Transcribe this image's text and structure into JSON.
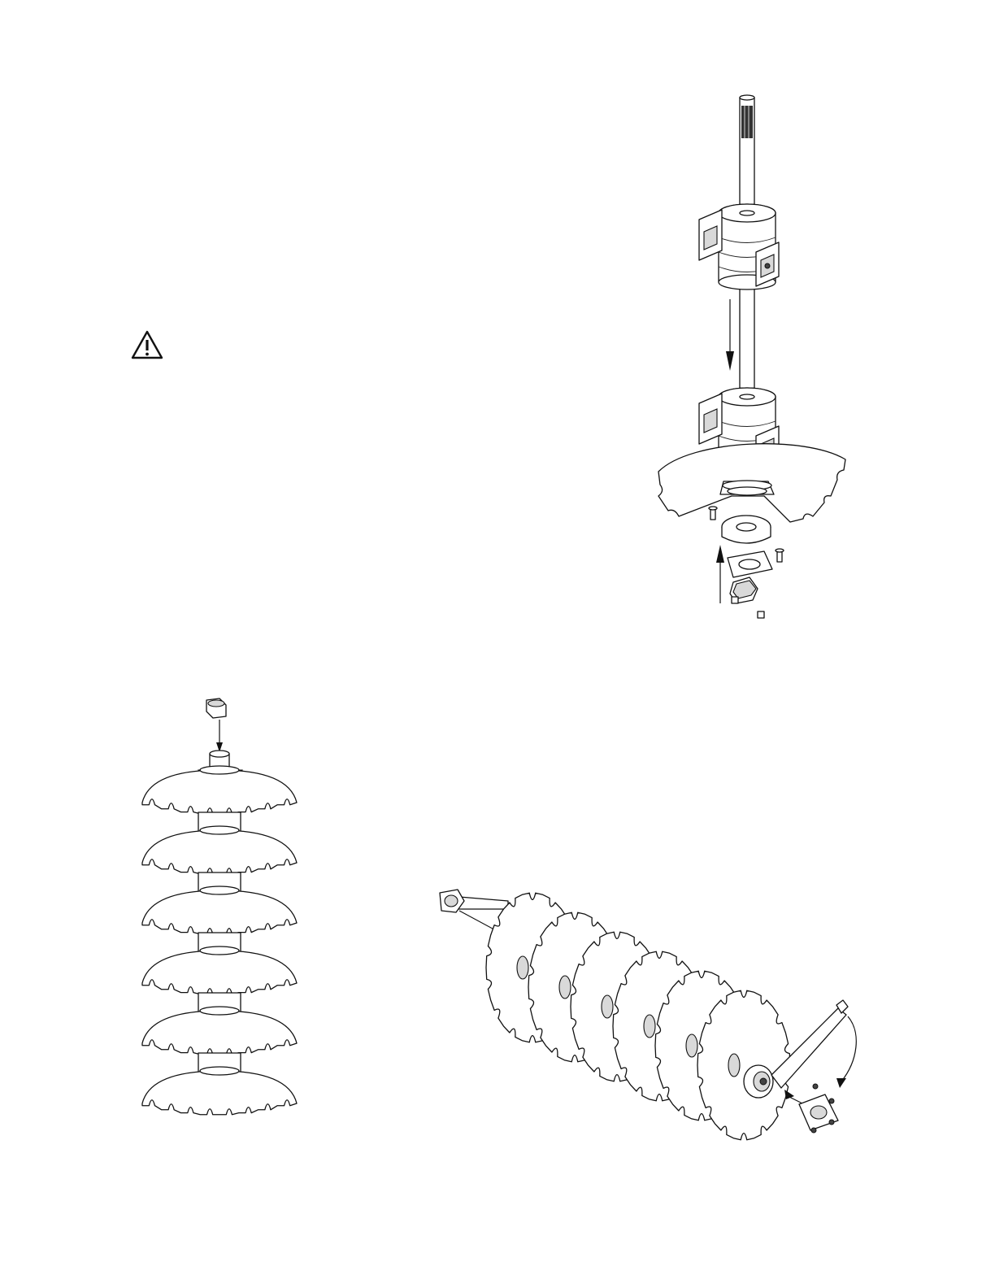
{
  "page": {
    "figures": [
      {
        "id": "shaft-bearing-assembly",
        "labels": []
      },
      {
        "id": "disc-gang-stack",
        "labels": []
      },
      {
        "id": "disc-gang-exploded",
        "labels": []
      }
    ]
  },
  "icons": {
    "warning": "warning-triangle-icon"
  },
  "colors": {
    "line": "#111111",
    "background": "#ffffff"
  }
}
